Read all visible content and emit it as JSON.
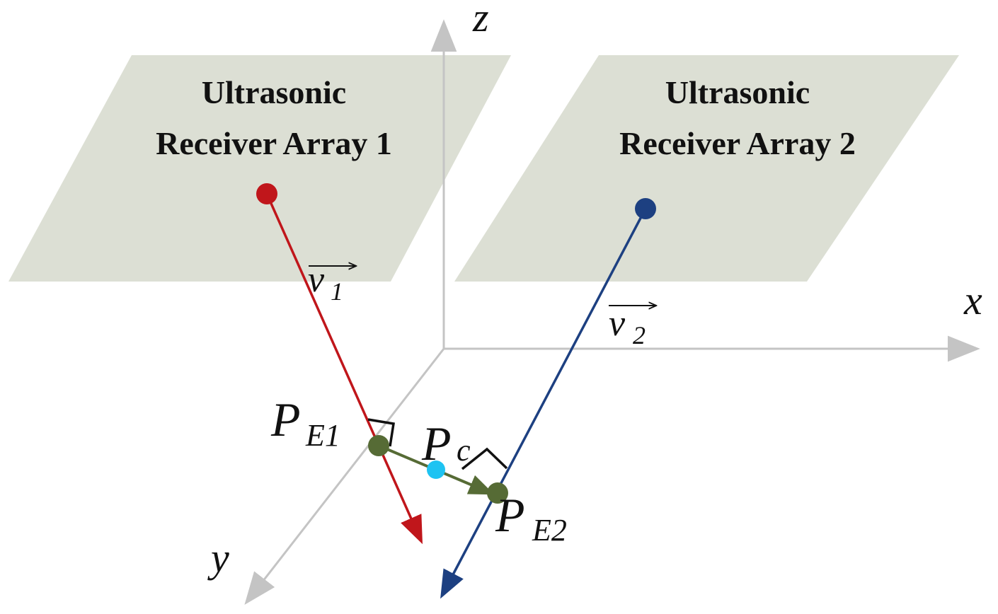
{
  "planes": [
    {
      "title_line1": "Ultrasonic",
      "title_line2": "Receiver Array 1"
    },
    {
      "title_line1": "Ultrasonic",
      "title_line2": "Receiver Array 2"
    }
  ],
  "axes": {
    "x": "x",
    "y": "y",
    "z": "z"
  },
  "vectors": {
    "v1": {
      "symbol": "v",
      "subscript": "1"
    },
    "v2": {
      "symbol": "v",
      "subscript": "2"
    }
  },
  "points": {
    "pe1": {
      "symbol": "P",
      "subscript": "E1"
    },
    "pc": {
      "symbol": "P",
      "subscript": "c"
    },
    "pe2": {
      "symbol": "P",
      "subscript": "E2"
    }
  },
  "colors": {
    "plane": "#dcdfd4",
    "axis": "#c4c4c4",
    "ray1": "#c0161b",
    "ray2": "#1d4081",
    "connector": "#566b35",
    "midpoint": "#1ec3f2"
  }
}
